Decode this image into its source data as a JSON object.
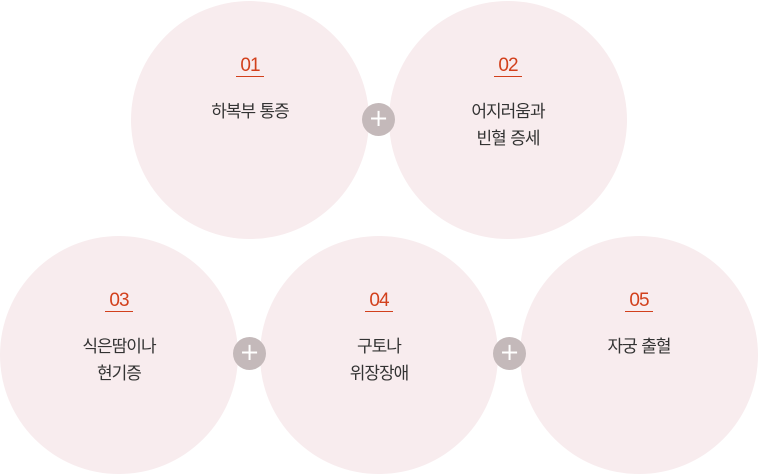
{
  "steps": [
    {
      "number": "01",
      "label_lines": [
        "하복부 통증"
      ]
    },
    {
      "number": "02",
      "label_lines": [
        "어지러움과",
        "빈혈 증세"
      ]
    },
    {
      "number": "03",
      "label_lines": [
        "식은땀이나",
        "현기증"
      ]
    },
    {
      "number": "04",
      "label_lines": [
        "구토나",
        "위장장애"
      ]
    },
    {
      "number": "05",
      "label_lines": [
        "자궁 출혈"
      ]
    }
  ],
  "plus_symbol": "+",
  "colors": {
    "circle": "#f8ecee",
    "number": "#d2401c",
    "plus": "#c4b9ba"
  }
}
